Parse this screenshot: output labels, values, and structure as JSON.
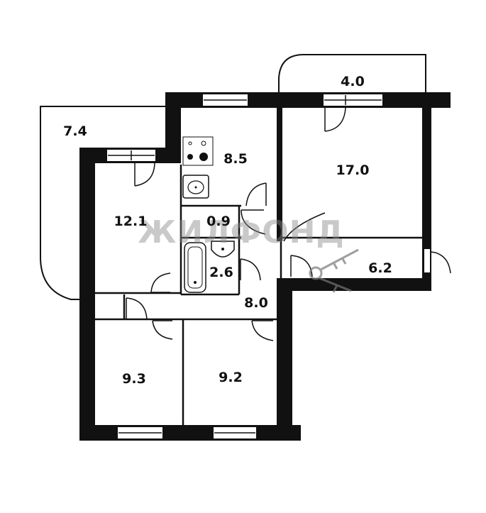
{
  "watermark": "ЖИЛФОНД",
  "rooms": {
    "loggia_left": "7.4",
    "balcony_top": "4.0",
    "kitchen": "8.5",
    "living_large": "17.0",
    "room_left": "12.1",
    "toilet": "0.9",
    "bathroom": "2.6",
    "storage": "6.2",
    "hall": "8.0",
    "bedroom_left": "9.3",
    "bedroom_right": "9.2"
  },
  "colors": {
    "wall": "#111111",
    "background": "#ffffff",
    "watermark": "#8a8a8a"
  },
  "icons": [
    "stove-icon",
    "kitchen-sink-icon",
    "washbasin-icon",
    "bathtub-icon",
    "keys-icon"
  ]
}
